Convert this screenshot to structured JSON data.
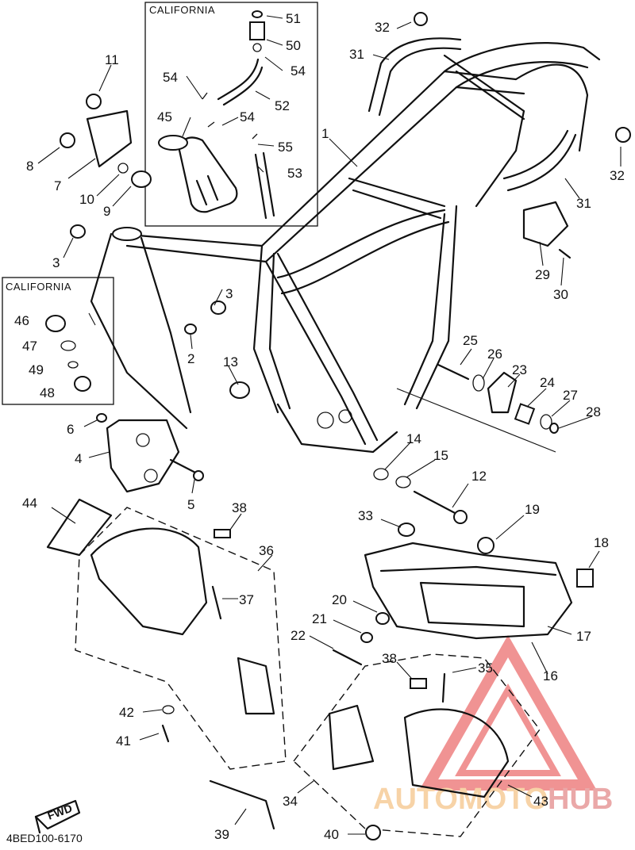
{
  "diagram": {
    "box_labels": [
      "CALIFORNIA",
      "CALIFORNIA"
    ],
    "callouts": {
      "p1": "1",
      "p2": "2",
      "p3a": "3",
      "p3b": "3",
      "p4": "4",
      "p5": "5",
      "p6": "6",
      "p7": "7",
      "p8": "8",
      "p9": "9",
      "p10": "10",
      "p11": "11",
      "p12": "12",
      "p13": "13",
      "p14": "14",
      "p15": "15",
      "p16": "16",
      "p17": "17",
      "p18": "18",
      "p19": "19",
      "p20": "20",
      "p21": "21",
      "p22": "22",
      "p23": "23",
      "p24": "24",
      "p25": "25",
      "p26": "26",
      "p27": "27",
      "p28": "28",
      "p29": "29",
      "p30": "30",
      "p31a": "31",
      "p31b": "31",
      "p32a": "32",
      "p32b": "32",
      "p33": "33",
      "p34": "34",
      "p35": "35",
      "p36": "36",
      "p37": "37",
      "p38a": "38",
      "p38b": "38",
      "p39": "39",
      "p40": "40",
      "p41": "41",
      "p42": "42",
      "p43": "43",
      "p44": "44",
      "p45": "45",
      "p46": "46",
      "p47": "47",
      "p48": "48",
      "p49": "49",
      "p50": "50",
      "p51": "51",
      "p52": "52",
      "p53": "53",
      "p54a": "54",
      "p54b": "54",
      "p54c": "54",
      "p55": "55"
    },
    "fwd_label": "FWD",
    "drawing_code": "4BED100-6170",
    "watermark": {
      "part1": "AUTOMOTO",
      "part2": "HUB",
      "color_primary": "#f08a8a",
      "color_secondary": "#f5c58a"
    }
  }
}
